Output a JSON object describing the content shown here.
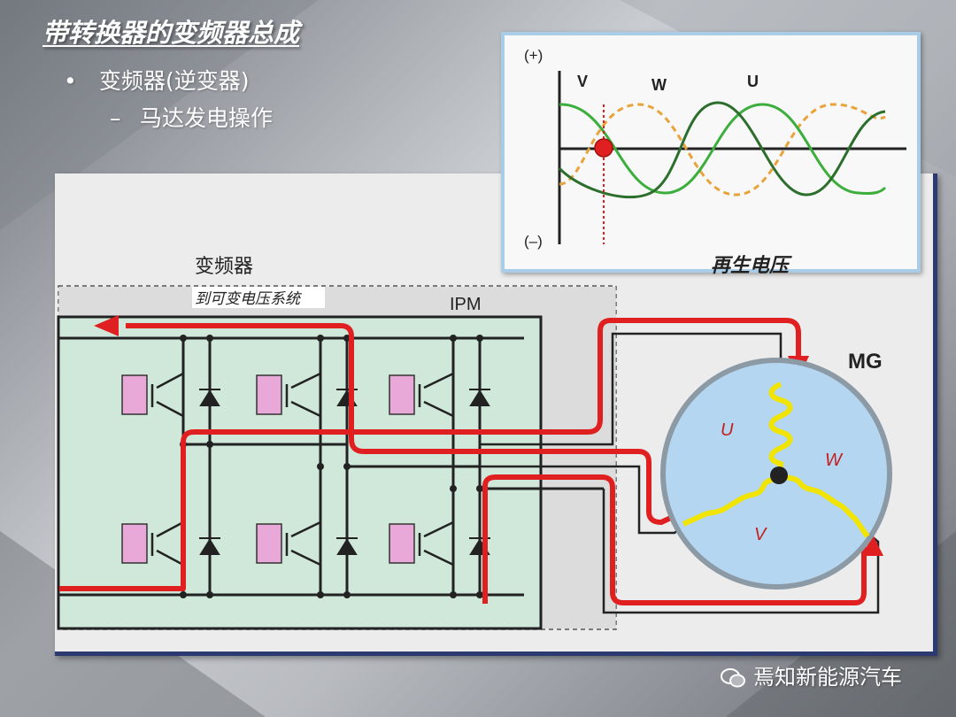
{
  "title": "带转换器的变频器总成",
  "bullets": {
    "level1": "变频器(逆变器)",
    "level2": "马达发电操作",
    "level1_mark": "•",
    "level2_mark": "–"
  },
  "waveform": {
    "plus_label": "(+)",
    "minus_label": "(–)",
    "phase_labels": [
      "V",
      "W",
      "U"
    ],
    "caption": "再生电压",
    "colors": {
      "v": "#3cae3c",
      "w": "#e8a33a",
      "u": "#2c6e2c",
      "marker": "#e02020"
    }
  },
  "circuit": {
    "inverter_label": "变频器",
    "to_system_label": "到可变电压系统",
    "ipm_label": "IPM",
    "mg_label": "MG",
    "coil_labels": {
      "u": "U",
      "v": "V",
      "w": "W"
    },
    "colors": {
      "ipm_fill": "#cfe8da",
      "igbt_fill": "#e8a8d8",
      "mg_fill": "#b5d6f0",
      "coil": "#f0e400",
      "current_path": "#e02020"
    }
  },
  "watermark": "焉知新能源汽车"
}
